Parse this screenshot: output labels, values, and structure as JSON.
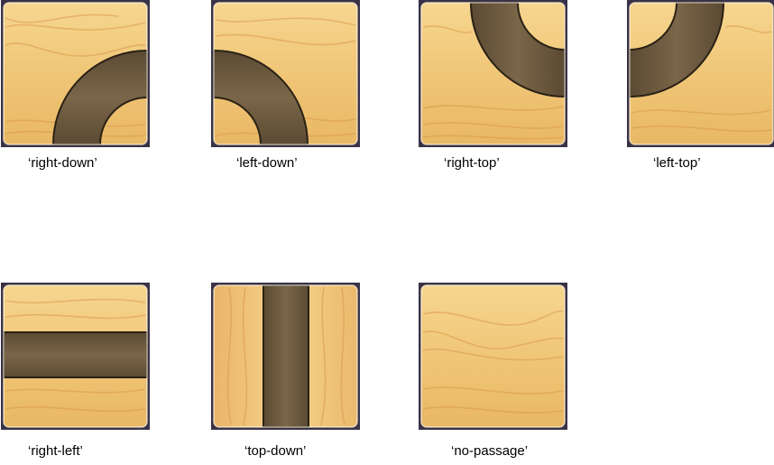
{
  "tiles": [
    {
      "label": "‘right-down’",
      "passage": "right-down"
    },
    {
      "label": "‘left-down’",
      "passage": "left-down"
    },
    {
      "label": "‘right-top’",
      "passage": "right-top"
    },
    {
      "label": "‘left-top’",
      "passage": "left-top"
    },
    {
      "label": "‘right-left’",
      "passage": "right-left"
    },
    {
      "label": "‘top-down’",
      "passage": "top-down"
    },
    {
      "label": "‘no-passage’",
      "passage": "no-passage"
    }
  ],
  "colors": {
    "wood_light": "#f2cc7e",
    "wood_mid": "#e8b865",
    "wood_grain": "#d99a4c",
    "frame": "#3a3347",
    "passage": "#6e5a40",
    "passage_edge": "#2a2116",
    "highlight": "#fff6e0"
  }
}
